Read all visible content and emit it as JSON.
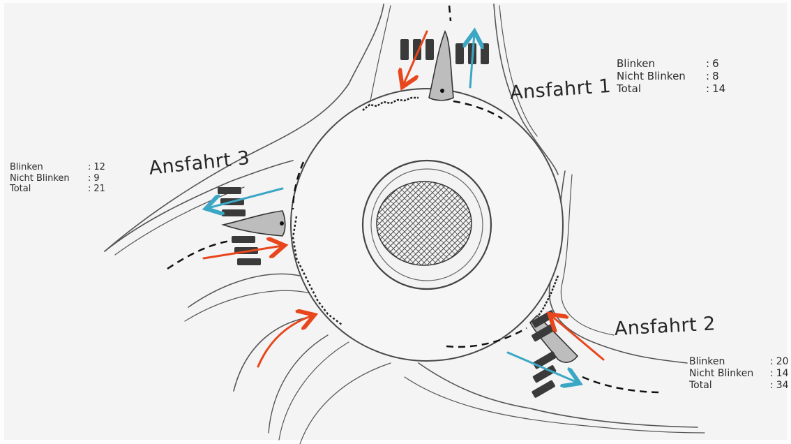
{
  "exits": [
    {
      "title": "Ansfahrt 1",
      "stats": [
        {
          "label": "Blinken",
          "value": "6"
        },
        {
          "label": "Nicht Blinken",
          "value": "8"
        },
        {
          "label": "Total",
          "value": "14"
        }
      ]
    },
    {
      "title": "Ansfahrt 2",
      "stats": [
        {
          "label": "Blinken",
          "value": "20"
        },
        {
          "label": "Nicht Blinken",
          "value": "14"
        },
        {
          "label": "Total",
          "value": "34"
        }
      ]
    },
    {
      "title": "Ansfahrt 3",
      "stats": [
        {
          "label": "Blinken",
          "value": "12"
        },
        {
          "label": "Nicht Blinken",
          "value": "9"
        },
        {
          "label": "Total",
          "value": "21"
        }
      ]
    }
  ],
  "colors": {
    "entering_arrow": "#e8461c",
    "exiting_arrow": "#3aa7c4",
    "pencil": "#3c3c3c"
  }
}
